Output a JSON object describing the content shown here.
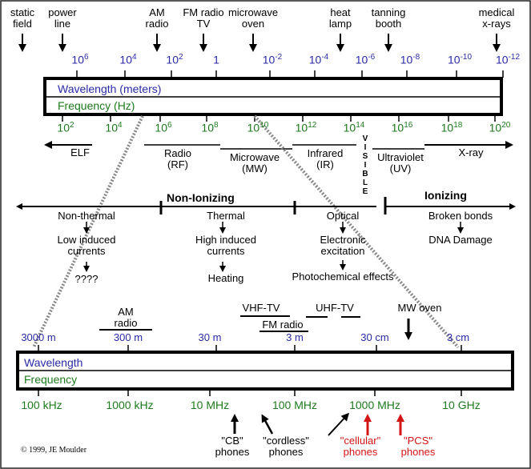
{
  "sources_top": [
    {
      "name": "static-field",
      "text": "static\nfield"
    },
    {
      "name": "power-line",
      "text": "power\nline"
    },
    {
      "name": "am-radio",
      "text": "AM\nradio"
    },
    {
      "name": "fm-radio-tv",
      "text": "FM radio\nTV"
    },
    {
      "name": "microwave-oven",
      "text": "microwave\noven"
    },
    {
      "name": "heat-lamp",
      "text": "heat\nlamp"
    },
    {
      "name": "tanning-booth",
      "text": "tanning\nbooth"
    },
    {
      "name": "medical-xrays",
      "text": "medical\nx-rays"
    }
  ],
  "wavelength_ticks": [
    {
      "base": "10",
      "exp": "6"
    },
    {
      "base": "10",
      "exp": "4"
    },
    {
      "base": "10",
      "exp": "2"
    },
    {
      "base": "1",
      "exp": ""
    },
    {
      "base": "10",
      "exp": "-2"
    },
    {
      "base": "10",
      "exp": "-4"
    },
    {
      "base": "10",
      "exp": "-6"
    },
    {
      "base": "10",
      "exp": "-8"
    },
    {
      "base": "10",
      "exp": "-10"
    },
    {
      "base": "10",
      "exp": "-12"
    }
  ],
  "top_box": {
    "wavelength": "Wavelength (meters)",
    "frequency": "Frequency (Hz)"
  },
  "frequency_ticks": [
    {
      "base": "10",
      "exp": "2"
    },
    {
      "base": "10",
      "exp": "4"
    },
    {
      "base": "10",
      "exp": "6"
    },
    {
      "base": "10",
      "exp": "8"
    },
    {
      "base": "10",
      "exp": "10"
    },
    {
      "base": "10",
      "exp": "12"
    },
    {
      "base": "10",
      "exp": "14"
    },
    {
      "base": "10",
      "exp": "16"
    },
    {
      "base": "10",
      "exp": "18"
    },
    {
      "base": "10",
      "exp": "20"
    }
  ],
  "bands": {
    "elf": "ELF",
    "radio": "Radio\n(RF)",
    "microwave": "Microwave\n(MW)",
    "infrared": "Infrared\n(IR)",
    "visible": "V\nI\nS\nI\nB\nL\nE",
    "ultraviolet": "Ultraviolet\n(UV)",
    "xray": "X-ray"
  },
  "categories": {
    "non_ionizing": "Non-Ionizing",
    "ionizing": "Ionizing"
  },
  "effects": {
    "non_thermal": "Non-thermal",
    "low_induced": "Low induced\ncurrents",
    "unknown": "????",
    "thermal": "Thermal",
    "high_induced": "High induced\ncurrents",
    "heating": "Heating",
    "optical": "Optical",
    "electronic": "Electronic\nexcitation",
    "photochemical": "Photochemical effects",
    "broken": "Broken bonds",
    "dna": "DNA Damage"
  },
  "lower_sources": {
    "am_radio": "AM\nradio",
    "vhf_tv": "VHF-TV",
    "uhf_tv": "UHF-TV",
    "fm_radio": "FM radio",
    "mw_oven": "MW oven"
  },
  "lower_wavelengths": [
    "3000 m",
    "300 m",
    "30 m",
    "3 m",
    "30 cm",
    "3 cm"
  ],
  "bottom_box": {
    "wavelength": "Wavelength",
    "frequency": "Frequency"
  },
  "lower_frequencies": [
    "100 kHz",
    "1000 kHz",
    "10 MHz",
    "100 MHz",
    "1000 MHz",
    "10 GHz"
  ],
  "phones": {
    "cb": "\"CB\"\nphones",
    "cordless": "\"cordless\"\nphones",
    "cellular": "\"cellular\"\nphones",
    "pcs": "\"PCS\"\nphones"
  },
  "copyright": "© 1999, JE Moulder",
  "colors": {
    "blue": "#2a2aa8",
    "green": "#1d7a1d",
    "red": "#d41515"
  }
}
